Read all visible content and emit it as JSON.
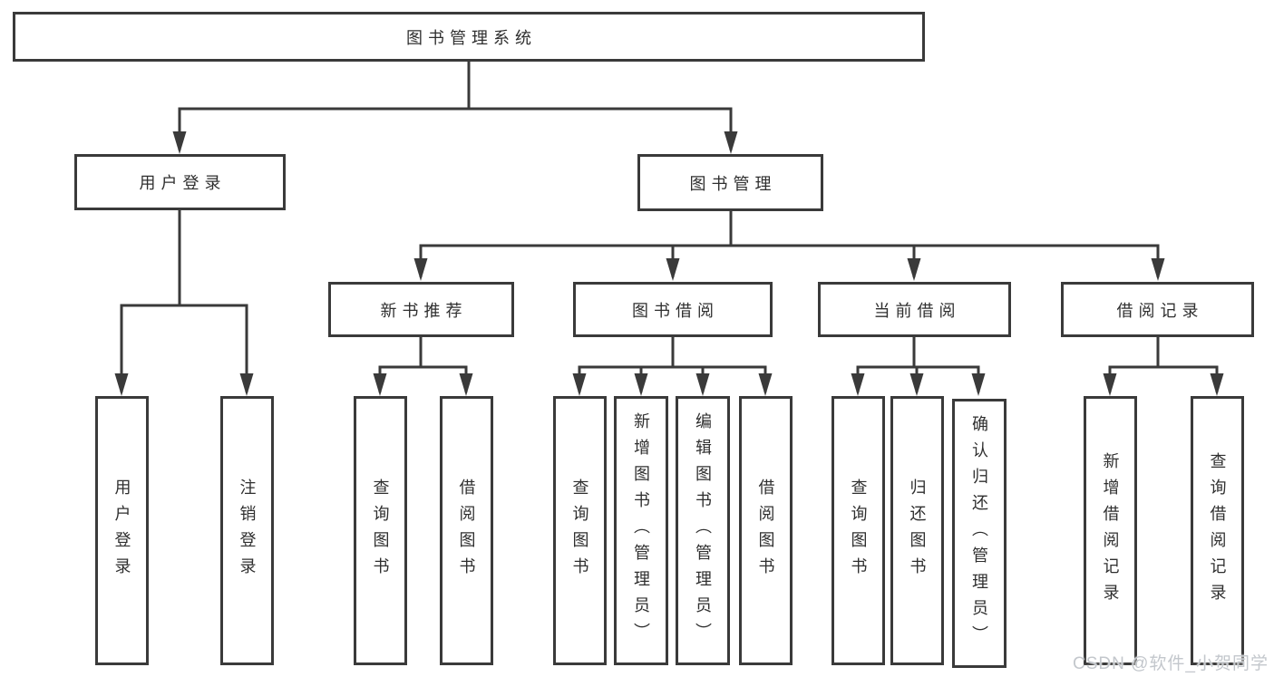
{
  "tree": {
    "root": "图书管理系统",
    "children": [
      {
        "label": "用户登录",
        "children": [
          "用户登录",
          "注销登录"
        ]
      },
      {
        "label": "图书管理",
        "children": [
          {
            "label": "新书推荐",
            "children": [
              "查询图书",
              "借阅图书"
            ]
          },
          {
            "label": "图书借阅",
            "children": [
              "查询图书",
              "新增图书（管理员）",
              "编辑图书（管理员）",
              "借阅图书"
            ]
          },
          {
            "label": "当前借阅",
            "children": [
              "查询图书",
              "归还图书",
              "确认归还（管理员）"
            ]
          },
          {
            "label": "借阅记录",
            "children": [
              "新增借阅记录",
              "查询借阅记录"
            ]
          }
        ]
      }
    ]
  },
  "watermark": "CSDN @软件_小贺同学",
  "colors": {
    "line": "#3a3a3a",
    "text": "#2f2f2f",
    "background": "#ffffff",
    "watermark": "#c3c7cc"
  }
}
